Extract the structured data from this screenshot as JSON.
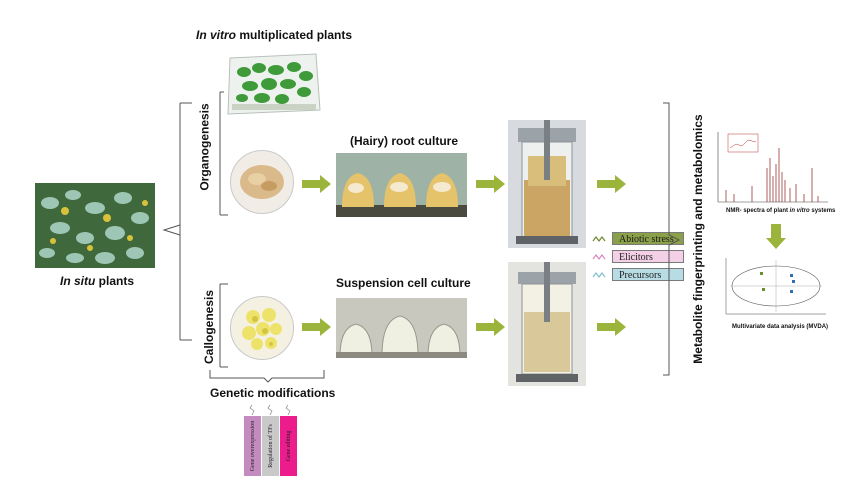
{
  "labels": {
    "in_vitro_em": "In vitro",
    "in_vitro_rest": " multiplicated plants",
    "in_situ_em": "In situ",
    "in_situ_rest": " plants",
    "organogenesis": "Organogenesis",
    "callogenesis": "Callogenesis",
    "hairy_root": "(Hairy) root culture",
    "suspension": "Suspension cell culture",
    "genetic": "Genetic modifications",
    "metabolite": "Metabolite fingerprinting and metabolomics",
    "nmr_pre": "NMR- spectra of plant ",
    "nmr_em": "in vitro",
    "nmr_post": " systems",
    "mvda": "Multivariate data analysis (MVDA)"
  },
  "legend": [
    {
      "label": "Abiotic stress",
      "color": "#8aa04a",
      "icon_color": "#6e8a2c"
    },
    {
      "label": "Elicitors",
      "color": "#f3d0e6",
      "icon_color": "#d987c0"
    },
    {
      "label": "Precursors",
      "color": "#b7dce3",
      "icon_color": "#7fbfcc"
    }
  ],
  "genetic_mods": [
    {
      "label": "Gene overexpression",
      "color": "#c48bc0"
    },
    {
      "label": "Regulation of TFs",
      "color": "#c9c9c9"
    },
    {
      "label": "Gene editing",
      "color": "#ec1c8c"
    }
  ],
  "colors": {
    "arrow": "#9bb53c",
    "bracket": "#555555",
    "nmr_line": "#8b1a1a"
  }
}
